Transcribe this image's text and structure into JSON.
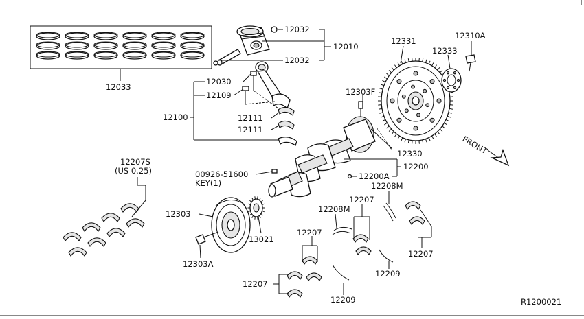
{
  "labels": {
    "piston_rings": "12033",
    "piston_pin_clip_top": "12032",
    "piston_assembly": "12010",
    "piston_pin_clip_bottom": "12032",
    "rod_bolt_a": "12030",
    "rod_bolt_b": "12109",
    "rod_assembly": "12100",
    "rod_bearing_a": "12111",
    "rod_bearing_b": "12111",
    "flywheel": "12331",
    "flywheel_plate": "12333",
    "flywheel_bolt": "12310A",
    "pilot_bushing": "12303F",
    "crank_key_part": "00926-51600",
    "crank_key_desc": "KEY(1)",
    "crankshaft_assembly": "12200",
    "crank_plug": "12200A",
    "crank_sensor_plate": "12330",
    "main_bearing_oversize": "12207S",
    "oversize_note": "(US 0.25)",
    "pulley": "12303",
    "pulley_bolt": "12303A",
    "crank_sprocket": "13021",
    "thrust_washer_upper_left": "12208M",
    "thrust_washer_upper_right": "12208M",
    "main_bearing_a": "12207",
    "main_bearing_b": "12207",
    "main_bearing_c": "12207",
    "main_bearing_d": "12207",
    "thrust_washer_lower_a": "12209",
    "thrust_washer_lower_b": "12209",
    "front_indicator": "FRONT",
    "diagram_code": "R1200021"
  }
}
